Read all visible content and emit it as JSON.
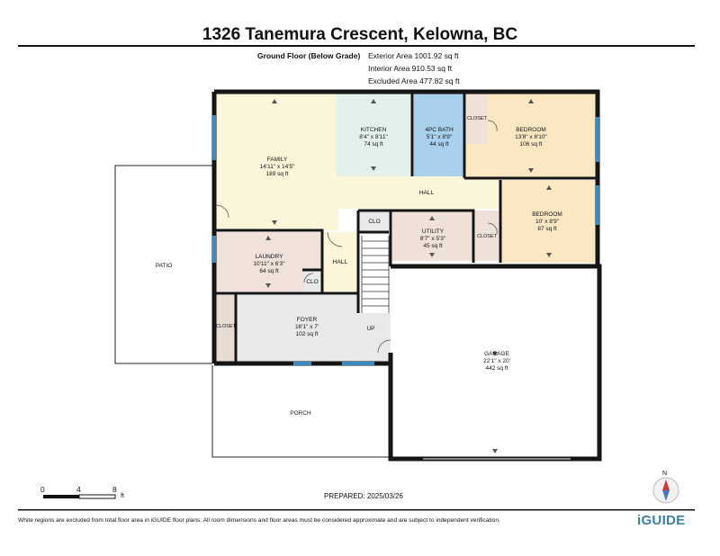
{
  "title": "1326 Tanemura Crescent, Kelowna, BC",
  "floor": {
    "name": "Ground Floor (Below Grade)",
    "exterior_area": "Exterior Area 1001.92 sq ft",
    "interior_area": "Interior Area 910.53 sq ft",
    "excluded_area": "Excluded Area 477.82 sq ft"
  },
  "rooms": {
    "kitchen": {
      "name": "KITCHEN",
      "dims": "8'4\" x 8'11\"",
      "area": "74 sq ft"
    },
    "bath": {
      "name": "4PC BATH",
      "dims": "5'1\" x 8'9\"",
      "area": "44 sq ft"
    },
    "bedroom1": {
      "name": "BEDROOM",
      "dims": "13'8\" x 8'10\"",
      "area": "106 sq ft"
    },
    "family": {
      "name": "FAMILY",
      "dims": "14'11\" x 14'5\"",
      "area": "189 sq ft"
    },
    "bedroom2": {
      "name": "BEDROOM",
      "dims": "10' x 8'9\"",
      "area": "87 sq ft"
    },
    "utility": {
      "name": "UTILITY",
      "dims": "8'7\" x 5'3\"",
      "area": "45 sq ft"
    },
    "laundry": {
      "name": "LAUNDRY",
      "dims": "10'11\" x 6'3\"",
      "area": "64 sq ft"
    },
    "foyer": {
      "name": "FOYER",
      "dims": "16'1\" x 7'",
      "area": "102 sq ft"
    },
    "garage": {
      "name": "GARAGE",
      "dims": "22'1\" x 20'",
      "area": "442 sq ft"
    }
  },
  "labels": {
    "hall_upper": "HALL",
    "hall_lower": "HALL",
    "clo_upper": "CLO",
    "clo_lower": "CLO",
    "closet_bedroom": "CLOSET",
    "closet_utility": "CLOSET",
    "closet_foyer": "CLOSET",
    "patio": "PATIO",
    "porch": "PORCH",
    "up": "UP"
  },
  "scale": {
    "ticks": [
      "0",
      "4",
      "8"
    ],
    "unit": "ft"
  },
  "compass": {
    "north": "N"
  },
  "prepared": "PREPARED: 2025/03/26",
  "footer": "White regions are excluded from total floor area in iGUIDE floor plans. All room dimensions and floor areas must be considered approximate and are subject to independent verification.",
  "brand": "iGUIDE",
  "colors": {
    "family": "#fbf6da",
    "kitchen": "#e3f1ea",
    "bath": "#a9d1ee",
    "bedroom": "#fbe8c2",
    "utility": "#efe1d7",
    "laundry": "#f0e2da",
    "foyer": "#e9e9e9",
    "hall": "#fbf6da",
    "window": "#3a8ac3",
    "wall": "#151515",
    "brand": "#3b7fa6"
  }
}
